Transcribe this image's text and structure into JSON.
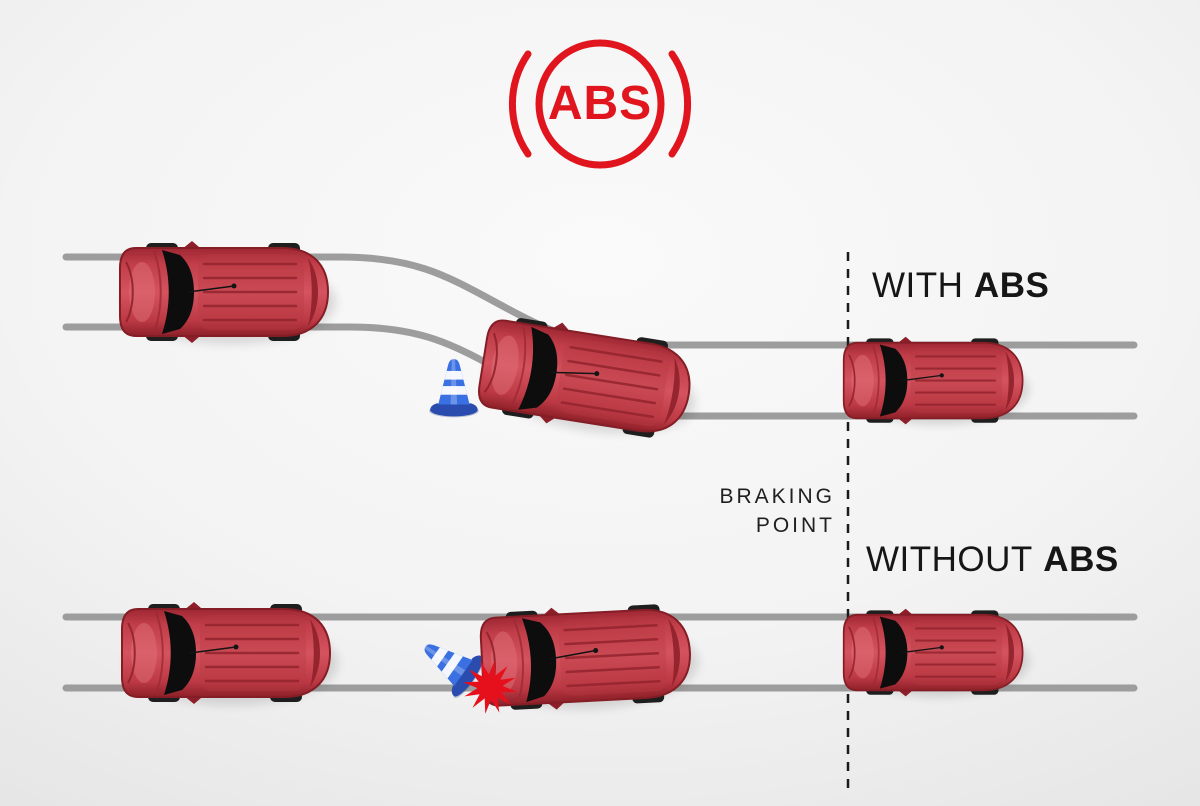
{
  "logo": {
    "text": "ABS"
  },
  "labels": {
    "with_abs": {
      "prefix": "WITH",
      "bold": "ABS"
    },
    "without_abs": {
      "prefix": "WITHOUT",
      "bold": "ABS"
    },
    "braking_point": {
      "line1": "BRAKING",
      "line2": "POINT"
    }
  },
  "icons": {
    "abs_warning": "abs-warning-icon",
    "car": "car-top-view-icon",
    "cone": "traffic-cone-icon",
    "fallen_cone": "fallen-traffic-cone-icon",
    "collision": "collision-burst-icon"
  },
  "scenes": {
    "with_abs": {
      "cars": 3,
      "obstacle": "traffic cone",
      "result": "car steers around the cone after braking point"
    },
    "without_abs": {
      "cars": 3,
      "obstacle": "traffic cone",
      "result": "car skids straight and hits the cone"
    }
  },
  "colors": {
    "accent_red": "#e0151d",
    "car_red": "#c4404b",
    "road_gray": "#9d9d9d",
    "cone_blue": "#3a70e2",
    "text_dark": "#1b1b1b",
    "background": "#f2f2f2"
  }
}
